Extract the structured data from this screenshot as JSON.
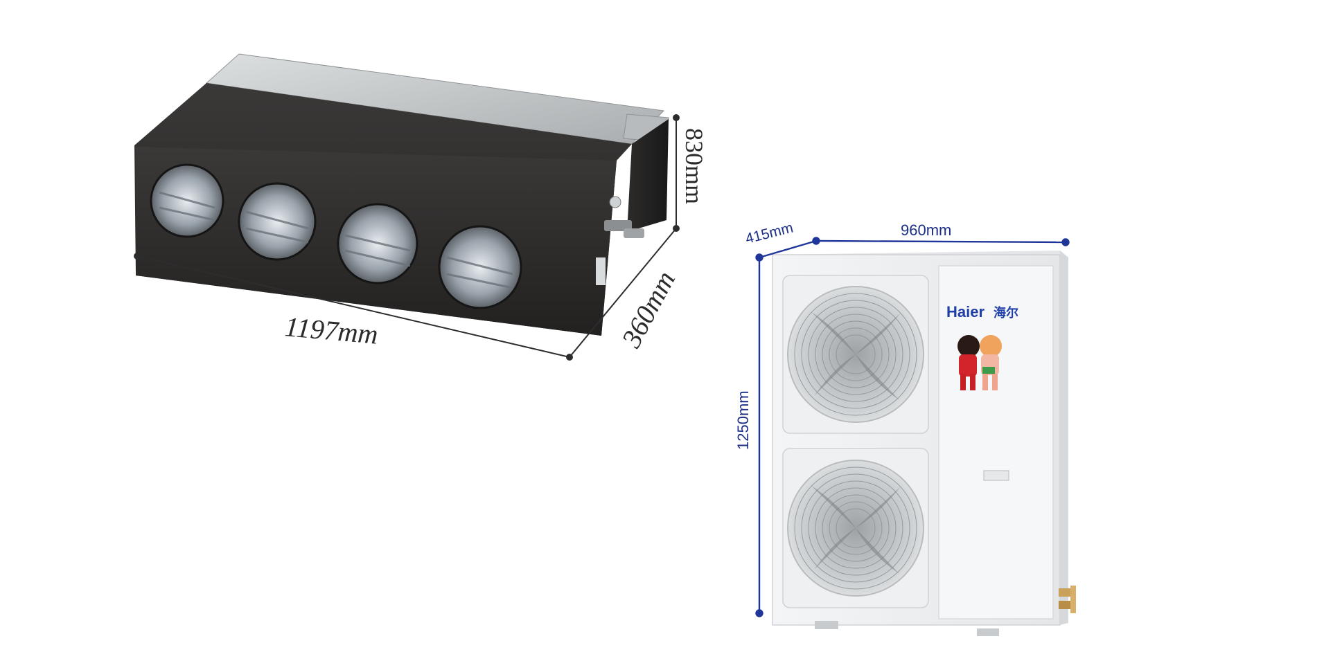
{
  "indoor_unit": {
    "dimensions": {
      "width": "1197mm",
      "depth": "360mm",
      "height": "830mm"
    }
  },
  "outdoor_unit": {
    "brand": {
      "latin": "Haier",
      "chinese": "海尔"
    },
    "dimensions": {
      "depth": "415mm",
      "width": "960mm",
      "height": "1250mm"
    }
  },
  "colors": {
    "dimension_line_blue": "#1f3599",
    "brand_blue": "#1f3fa8",
    "indoor_body": "#2f2d2c",
    "indoor_top": "#c9cccd",
    "outdoor_body": "#f1f2f3"
  },
  "icons": [
    "fan-grille-icon",
    "mascot-logo-icon"
  ]
}
